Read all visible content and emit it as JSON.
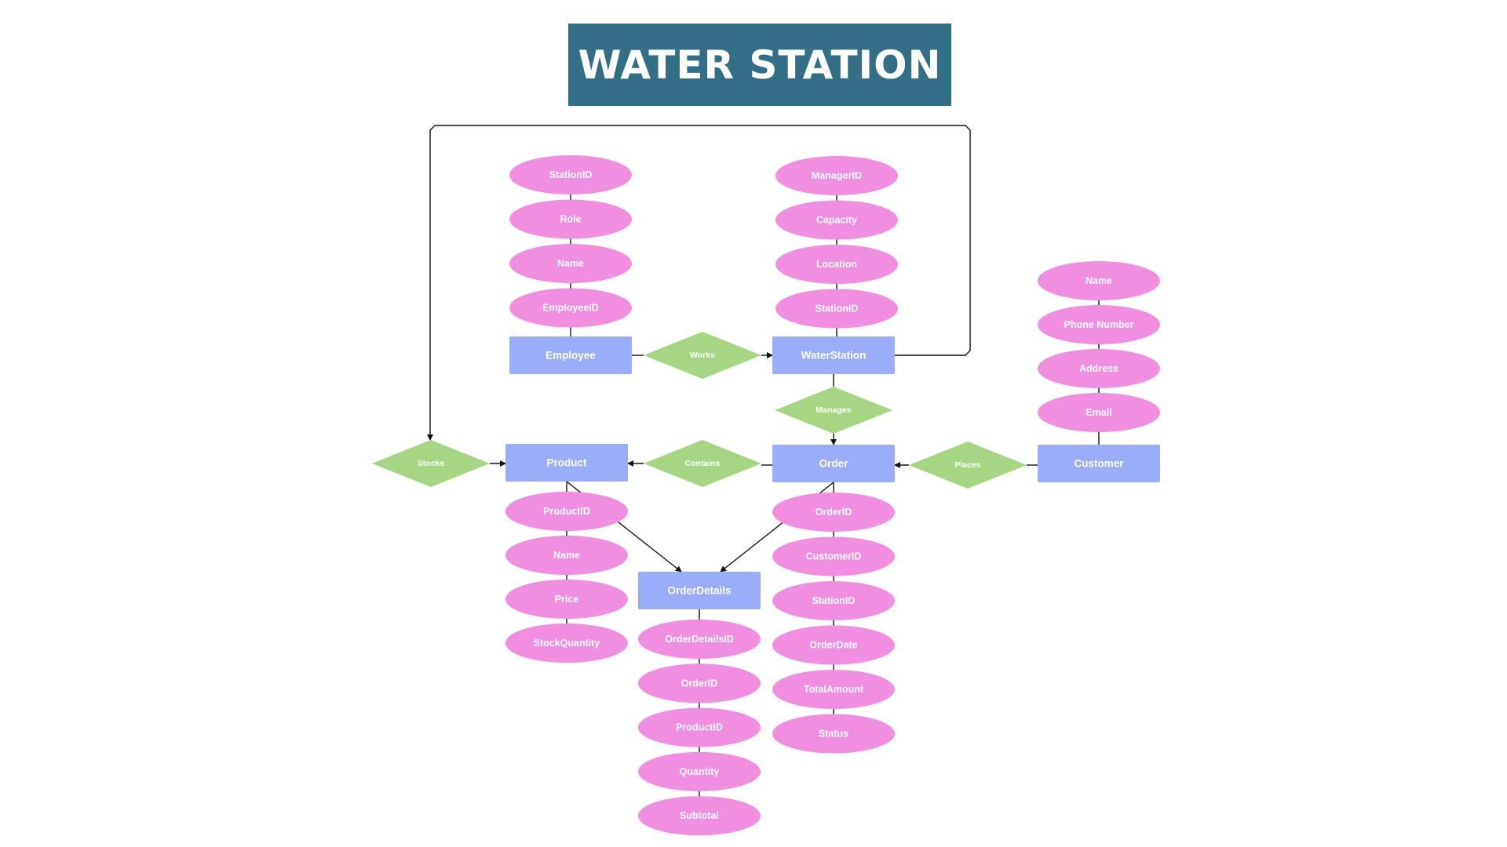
{
  "title": "WATER STATION",
  "colors": {
    "title_bg": "#336e87",
    "entity": "#9aacfa",
    "attribute": "#f18ee0",
    "relationship": "#a6d681",
    "line": "#111111"
  },
  "entities": [
    {
      "id": "employee",
      "label": "Employee"
    },
    {
      "id": "waterstation",
      "label": "WaterStation"
    },
    {
      "id": "product",
      "label": "Product"
    },
    {
      "id": "order",
      "label": "Order"
    },
    {
      "id": "customer",
      "label": "Customer"
    },
    {
      "id": "orderdetails",
      "label": "OrderDetails"
    }
  ],
  "relationships": [
    {
      "id": "works",
      "label": "Works"
    },
    {
      "id": "manages",
      "label": "Manages"
    },
    {
      "id": "stocks",
      "label": "Stocks"
    },
    {
      "id": "contains",
      "label": "Contains"
    },
    {
      "id": "places",
      "label": "Places"
    }
  ],
  "attributes": {
    "employee": [
      "StationID",
      "Role",
      "Name",
      "EmployeeID"
    ],
    "waterstation": [
      "ManagerID",
      "Capacity",
      "Location",
      "StationID"
    ],
    "customer": [
      "Name",
      "Phone Number",
      "Address",
      "Email"
    ],
    "product": [
      "ProductID",
      "Name",
      "Price",
      "StockQuantity"
    ],
    "order": [
      "OrderID",
      "CustomerID",
      "StationID",
      "OrderDate",
      "TotalAmount",
      "Status"
    ],
    "orderdetails": [
      "OrderDetailsID",
      "OrderID",
      "ProductID",
      "Quantity",
      "Subtotal"
    ]
  }
}
